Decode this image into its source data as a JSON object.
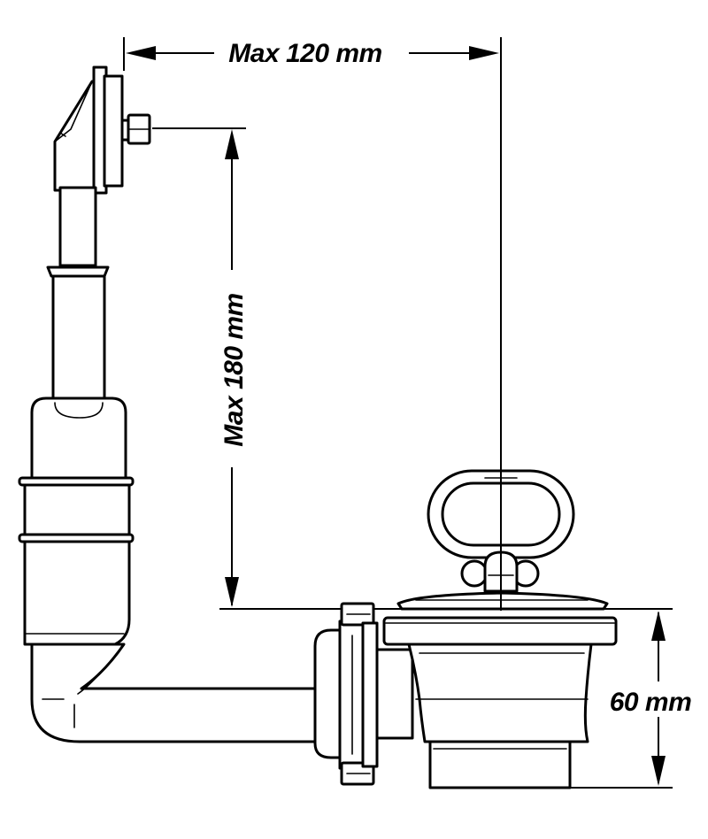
{
  "dimensions": {
    "max_width_label": "Max 120 mm",
    "max_height_label": "Max 180 mm",
    "depth_label": "60 mm"
  },
  "colors": {
    "line": "#000000",
    "background": "#ffffff"
  }
}
